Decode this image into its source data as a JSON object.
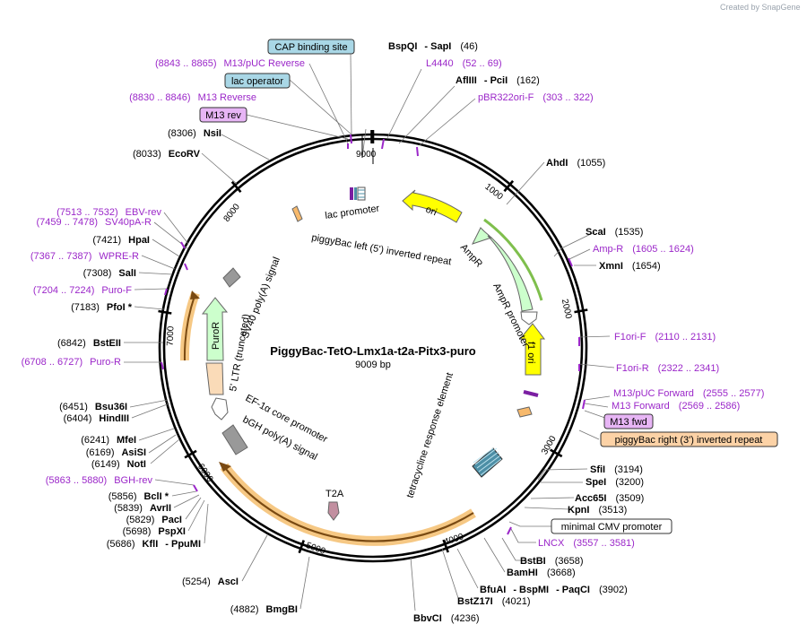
{
  "credit": "Created by SnapGene",
  "plasmid": {
    "name": "PiggyBac-TetO-Lmx1a-t2a-Pitx3-puro",
    "size_label": "9009 bp"
  },
  "ticks": [
    "1000",
    "2000",
    "3000",
    "4000",
    "5000",
    "6000",
    "7000",
    "8000",
    "9000"
  ],
  "right_labels": [
    {
      "name": "BspQI",
      "extra": "- SapI",
      "pos": "(46)"
    },
    {
      "name": "L4440",
      "pos": "(52 .. 69)"
    },
    {
      "name": "AflIII",
      "extra": "- PciI",
      "pos": "(162)"
    },
    {
      "name": "pBR322ori-F",
      "pos": "(303 .. 322)"
    },
    {
      "name": "AhdI",
      "pos": "(1055)"
    },
    {
      "name": "ScaI",
      "pos": "(1535)"
    },
    {
      "name": "Amp-R",
      "pos": "(1605 .. 1624)"
    },
    {
      "name": "XmnI",
      "pos": "(1654)"
    },
    {
      "name": "F1ori-F",
      "pos": "(2110 .. 2131)"
    },
    {
      "name": "F1ori-R",
      "pos": "(2322 .. 2341)"
    },
    {
      "name": "M13/pUC Forward",
      "pos": "(2555 .. 2577)"
    },
    {
      "name": "M13 Forward",
      "pos": "(2569 .. 2586)"
    },
    {
      "name": "SfiI",
      "pos": "(3194)"
    },
    {
      "name": "SpeI",
      "pos": "(3200)"
    },
    {
      "name": "Acc65I",
      "pos": "(3509)"
    },
    {
      "name": "KpnI",
      "pos": "(3513)"
    },
    {
      "name": "LNCX",
      "pos": "(3557 .. 3581)"
    },
    {
      "name": "BstBI",
      "pos": "(3658)"
    },
    {
      "name": "BamHI",
      "pos": "(3668)"
    },
    {
      "name": "BfuAI",
      "extra": "- BspMI",
      "extra2": "- PaqCI",
      "pos": "(3902)"
    },
    {
      "name": "BstZ17I",
      "pos": "(4021)"
    },
    {
      "name": "BbvCI",
      "pos": "(4236)"
    }
  ],
  "left_labels": [
    {
      "pos": "(8843 .. 8865)",
      "name": "M13/pUC Reverse"
    },
    {
      "pos": "(8830 .. 8846)",
      "name": "M13 Reverse"
    },
    {
      "pos": "(8306)",
      "name": "NsiI"
    },
    {
      "pos": "(8033)",
      "name": "EcoRV"
    },
    {
      "pos": "(7513 .. 7532)",
      "name": "EBV-rev"
    },
    {
      "pos": "(7459 .. 7478)",
      "name": "SV40pA-R"
    },
    {
      "pos": "(7421)",
      "name": "HpaI"
    },
    {
      "pos": "(7367 .. 7387)",
      "name": "WPRE-R"
    },
    {
      "pos": "(7308)",
      "name": "SalI"
    },
    {
      "pos": "(7204 .. 7224)",
      "name": "Puro-F"
    },
    {
      "pos": "(7183)",
      "name": "PfoI *"
    },
    {
      "pos": "(6842)",
      "name": "BstEII"
    },
    {
      "pos": "(6708 .. 6727)",
      "name": "Puro-R"
    },
    {
      "pos": "(6451)",
      "name": "Bsu36I"
    },
    {
      "pos": "(6404)",
      "name": "HindIII"
    },
    {
      "pos": "(6241)",
      "name": "MfeI"
    },
    {
      "pos": "(6169)",
      "name": "AsiSI"
    },
    {
      "pos": "(6149)",
      "name": "NotI"
    },
    {
      "pos": "(5863 .. 5880)",
      "name": "BGH-rev"
    },
    {
      "pos": "(5856)",
      "name": "BclI *"
    },
    {
      "pos": "(5839)",
      "name": "AvrII"
    },
    {
      "pos": "(5829)",
      "name": "PacI"
    },
    {
      "pos": "(5698)",
      "name": "PspXI"
    },
    {
      "pos": "(5686)",
      "name": "KflI",
      "extra": "- PpuMI"
    },
    {
      "pos": "(5254)",
      "name": "AscI"
    },
    {
      "pos": "(4882)",
      "name": "BmgBI"
    }
  ],
  "boxed_labels": {
    "cap": "CAP binding site",
    "lacop": "lac operator",
    "m13rev": "M13 rev",
    "m13fwd": "M13 fwd",
    "cmv": "minimal CMV promoter",
    "pbright": "piggyBac right (3') inverted repeat"
  },
  "inner_labels": {
    "lacprom": "lac promoter",
    "pbleft": "piggyBac left (5') inverted repeat",
    "ori": "ori",
    "ampr": "AmpR",
    "amprprom": "AmpR promoter",
    "f1ori": "f1 ori",
    "tre": "tetracycline response element",
    "t2a": "T2A",
    "bgh": "bGH poly(A) signal",
    "ef1a": "EF-1α core promoter",
    "ltr": "5' LTR (truncated)",
    "puror": "PuroR",
    "sv40": "SV40 poly(A) signal"
  },
  "colors": {
    "backbone": "#000000",
    "primer": "#9b27c9",
    "ori": "#ffff00",
    "ampr": "#ccffcc",
    "orange": "#f7b96c",
    "light_orange": "#fadbb8",
    "teal": "#4d8fa6",
    "gray": "#999999",
    "box_blue": "#a9d7e6",
    "box_purple": "#e7b5f5",
    "box_orange": "#fcd2a6"
  }
}
